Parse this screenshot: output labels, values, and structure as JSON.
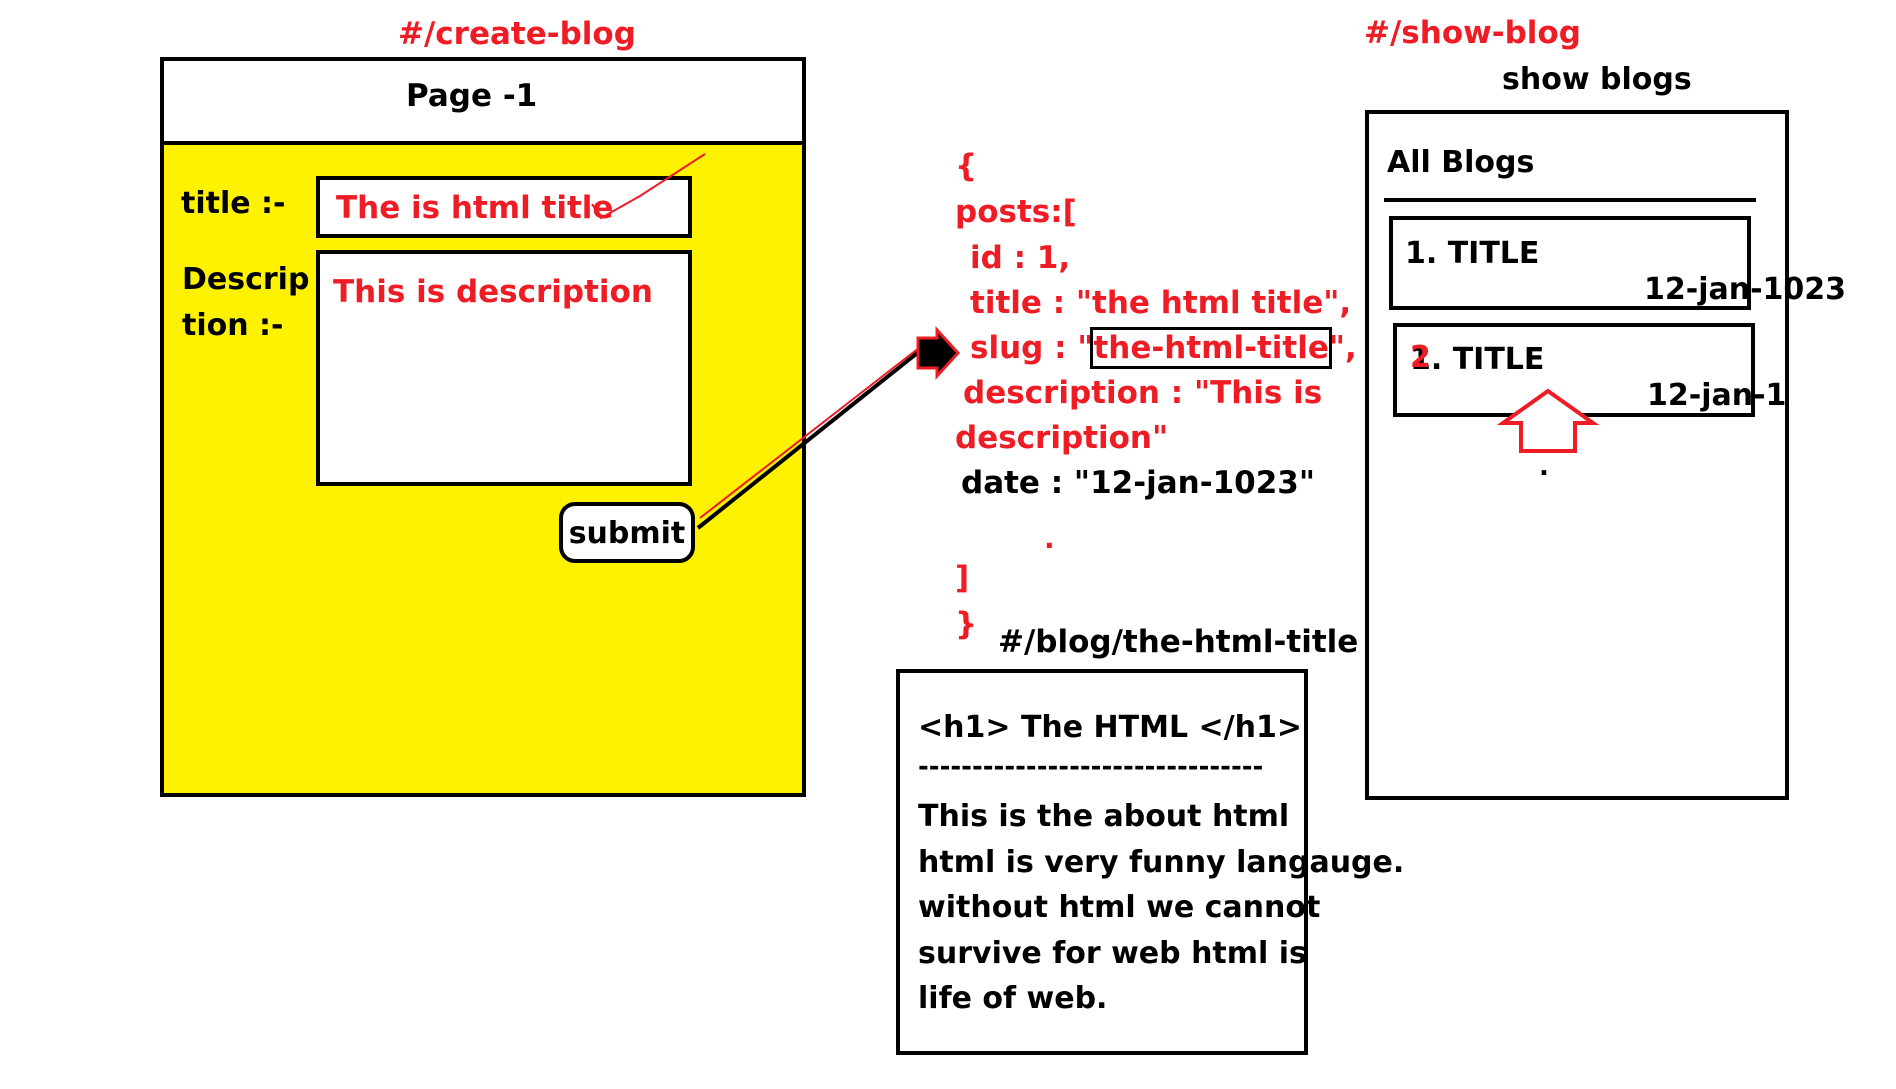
{
  "create_page": {
    "route": "#/create-blog",
    "header": "Page -1",
    "title_label": "title :-",
    "title_value": "The is html title",
    "description_label_line1": "Descrip",
    "description_label_line2": "tion :-",
    "description_value": "This is description",
    "submit_label": "submit"
  },
  "json_block": {
    "open_brace": "{",
    "posts_line": "posts:[",
    "id_line": "id : 1,",
    "title_line": "title : \"the html title\",",
    "slug_prefix": "slug : \"",
    "slug_value": "the-html-title",
    "slug_suffix": "\",",
    "description_line1": "description : \"This is",
    "description_line2": "description\"",
    "date_line": "date : \"12-jan-1023\"",
    "dot": ".",
    "close_bracket": "]",
    "close_brace": "}"
  },
  "detail_page": {
    "route": "#/blog/the-html-title",
    "heading": "<h1> The HTML </h1>",
    "divider": "--------------------------------",
    "body_lines": [
      "This is the about html",
      "html is very funny langauge.",
      "without html we cannot",
      "survive for web html is",
      "life of web."
    ]
  },
  "show_page": {
    "route": "#/show-blog",
    "caption": "show blogs",
    "heading": "All Blogs",
    "cards": [
      {
        "title": "1. TITLE",
        "date": "12-jan-1023"
      },
      {
        "number_overwrite": "2",
        "title": "1. TITLE",
        "date": "12-jan-1"
      }
    ],
    "dot": "."
  },
  "colors": {
    "red": "#ee1c24",
    "yellow": "#fff200",
    "black": "#000000"
  }
}
